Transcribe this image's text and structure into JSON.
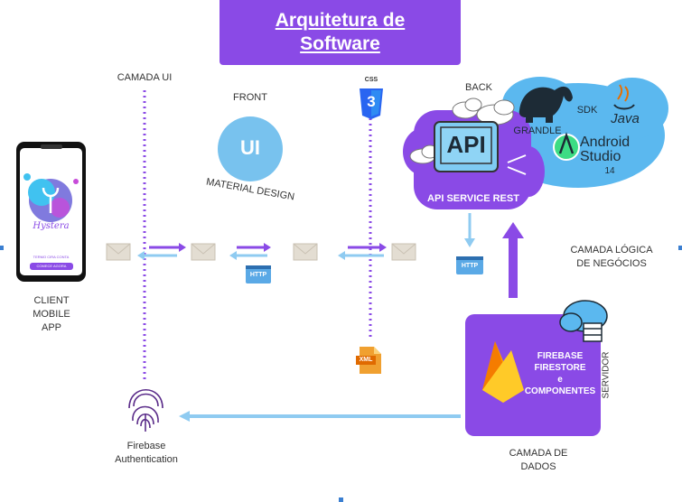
{
  "title": {
    "line1": "Arquitetura de",
    "line2": "Software"
  },
  "layers": {
    "ui": "CAMADA UI",
    "front": "FRONT",
    "material": "MATERIAL DESIGN",
    "back": "BACK",
    "logic_line1": "CAMADA LÓGICA",
    "logic_line2": "DE NEGÓCIOS",
    "data_line1": "CAMADA DE",
    "data_line2": "DADOS",
    "server": "SERVIDOR"
  },
  "client": {
    "line1": "CLIENT",
    "line2": "MOBILE",
    "line3": "APP",
    "app_name": "Hystera",
    "link_text": "TERMO CIRA CONTA",
    "button_text": "COMECE AGORA"
  },
  "ui_badge": "UI",
  "css_badge": "CSS",
  "css_number": "3",
  "api": {
    "text": "API",
    "label": "API SERVICE REST"
  },
  "tools": {
    "grandle": "GRANDLE",
    "sdk": "SDK",
    "java": "Java",
    "android_line1": "Android",
    "android_line2": "Studio",
    "android_version": "14"
  },
  "http_badge": "HTTP",
  "xml_badge": "XML",
  "firebase_db": {
    "line1": "FIREBASE",
    "line2": "FIRESTORE",
    "line3": "e",
    "line4": "COMPONENTES"
  },
  "auth": {
    "line1": "Firebase",
    "line2": "Authentication"
  },
  "colors": {
    "purple": "#8a4ae6",
    "light_blue": "#8fcbf1",
    "sky": "#5bb8ef",
    "envelope": "#e3ddd2"
  }
}
